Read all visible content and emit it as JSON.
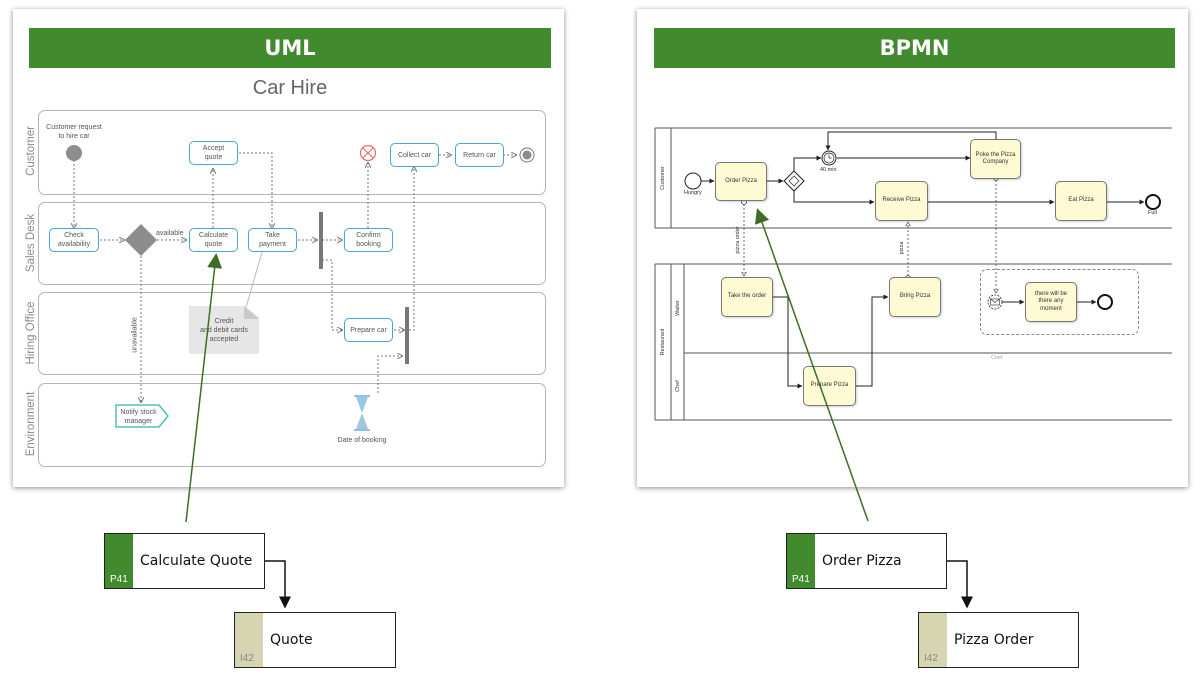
{
  "uml": {
    "banner": "UML",
    "title": "Car Hire",
    "lanes": [
      "Customer",
      "Sales Desk",
      "Hiring Office",
      "Environment"
    ],
    "start_label": "Customer request\nto hire car",
    "activities": {
      "accept_quote": "Accept\nquote",
      "collect_car": "Collect car",
      "return_car": "Return car",
      "check_availability": "Check\navailability",
      "calculate_quote": "Calculate\nquote",
      "take_payment": "Take\npayment",
      "confirm_booking": "Confirm\nbooking",
      "prepare_car": "Prepare car",
      "notify_stock_manager": "Notify stock\nmanager"
    },
    "guards": {
      "available": "available",
      "unavailable": "unavailable"
    },
    "note": "Credit\nand debit cards\naccepted",
    "timer_label": "Date of booking"
  },
  "bpmn": {
    "banner": "BPMN",
    "pool_customer": "Customer",
    "pool_restaurant": "Restaurant",
    "lane_waiter": "Waiter",
    "lane_chef": "Chef",
    "lane_chef_faint": "Chef",
    "events": {
      "hungry": "Hungry",
      "timer": "40 min",
      "full": "Full"
    },
    "tasks": {
      "order_pizza": "Order Pizza",
      "poke": "Poke the Pizza\nCompany",
      "receive_pizza": "Receive Pizza",
      "eat_pizza": "Eat Pizza",
      "take_order": "Take the order",
      "bring_pizza": "Bring Pizza",
      "there_will_be": "there will be\nthere any\nmoment",
      "prepare_pizza": "Prepare Pizza"
    },
    "flows": {
      "pizza_order": "pizza order",
      "pizza": "pizza"
    }
  },
  "callouts": {
    "left": {
      "process_tag": "P41",
      "process_label": "Calculate Quote",
      "info_tag": "I42",
      "info_label": "Quote"
    },
    "right": {
      "process_tag": "P41",
      "process_label": "Order Pizza",
      "info_tag": "I42",
      "info_label": "Pizza Order"
    }
  },
  "colors": {
    "banner": "#418a2e",
    "activity_border": "#4aa3d8",
    "bpmn_task_fill": "#fefbd4",
    "process_tag": "#418a2e",
    "info_tag": "#d7d4b2",
    "callout_arrow": "#3e6d25"
  }
}
